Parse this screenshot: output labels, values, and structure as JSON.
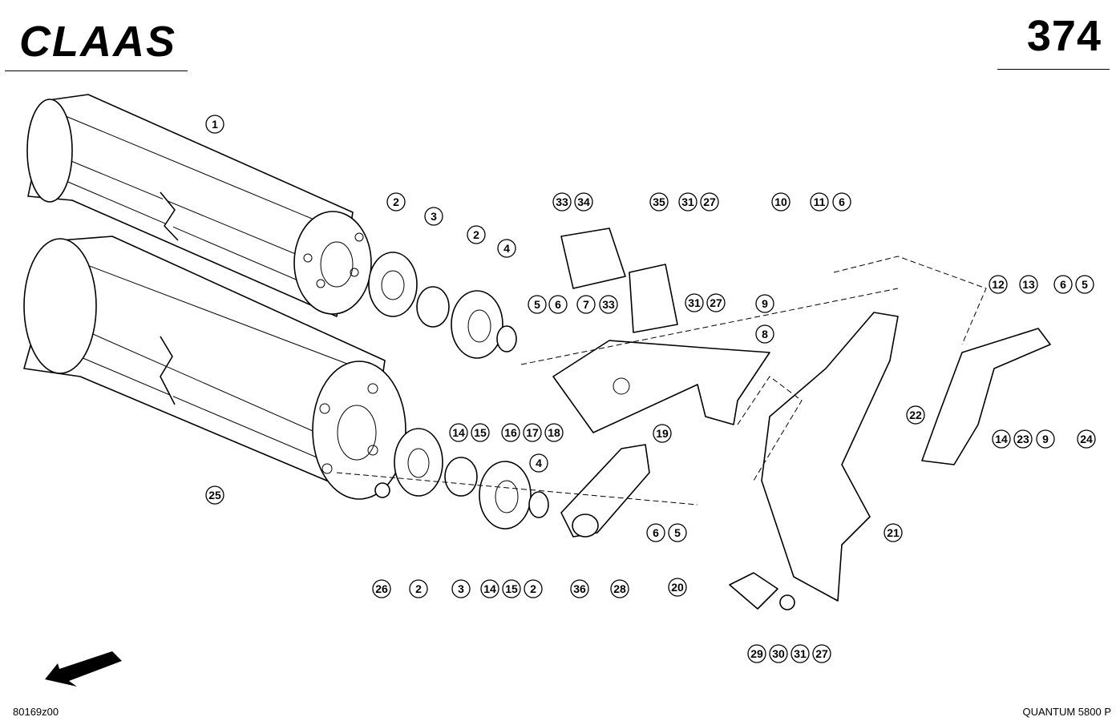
{
  "header": {
    "brand": "CLAAS",
    "page_number": "374"
  },
  "footer": {
    "drawing_code": "80169z00",
    "model": "QUANTUM 5800 P"
  },
  "callouts": [
    {
      "id": "c1",
      "label": "1"
    },
    {
      "id": "c2a",
      "label": "2"
    },
    {
      "id": "c3a",
      "label": "3"
    },
    {
      "id": "c2b",
      "label": "2"
    },
    {
      "id": "c4a",
      "label": "4"
    },
    {
      "id": "c33a",
      "label": "33"
    },
    {
      "id": "c34",
      "label": "34"
    },
    {
      "id": "c35",
      "label": "35"
    },
    {
      "id": "c31a",
      "label": "31"
    },
    {
      "id": "c27a",
      "label": "27"
    },
    {
      "id": "c10",
      "label": "10"
    },
    {
      "id": "c11",
      "label": "11"
    },
    {
      "id": "c6a",
      "label": "6"
    },
    {
      "id": "c5a",
      "label": "5"
    },
    {
      "id": "c6b",
      "label": "6"
    },
    {
      "id": "c7",
      "label": "7"
    },
    {
      "id": "c33b",
      "label": "33"
    },
    {
      "id": "c31b",
      "label": "31"
    },
    {
      "id": "c27b",
      "label": "27"
    },
    {
      "id": "c9a",
      "label": "9"
    },
    {
      "id": "c8",
      "label": "8"
    },
    {
      "id": "c12",
      "label": "12"
    },
    {
      "id": "c13",
      "label": "13"
    },
    {
      "id": "c6c",
      "label": "6"
    },
    {
      "id": "c5b",
      "label": "5"
    },
    {
      "id": "c14a",
      "label": "14"
    },
    {
      "id": "c15a",
      "label": "15"
    },
    {
      "id": "c16",
      "label": "16"
    },
    {
      "id": "c17",
      "label": "17"
    },
    {
      "id": "c18",
      "label": "18"
    },
    {
      "id": "c22",
      "label": "22"
    },
    {
      "id": "c14b",
      "label": "14"
    },
    {
      "id": "c23",
      "label": "23"
    },
    {
      "id": "c9b",
      "label": "9"
    },
    {
      "id": "c24",
      "label": "24"
    },
    {
      "id": "c19",
      "label": "19"
    },
    {
      "id": "c4b",
      "label": "4"
    },
    {
      "id": "c25",
      "label": "25"
    },
    {
      "id": "c6d",
      "label": "6"
    },
    {
      "id": "c5c",
      "label": "5"
    },
    {
      "id": "c21",
      "label": "21"
    },
    {
      "id": "c26",
      "label": "26"
    },
    {
      "id": "c2c",
      "label": "2"
    },
    {
      "id": "c3b",
      "label": "3"
    },
    {
      "id": "c14c",
      "label": "14"
    },
    {
      "id": "c15b",
      "label": "15"
    },
    {
      "id": "c2d",
      "label": "2"
    },
    {
      "id": "c36",
      "label": "36"
    },
    {
      "id": "c28",
      "label": "28"
    },
    {
      "id": "c20",
      "label": "20"
    },
    {
      "id": "c29",
      "label": "29"
    },
    {
      "id": "c30",
      "label": "30"
    },
    {
      "id": "c31c",
      "label": "31"
    },
    {
      "id": "c27c",
      "label": "27"
    }
  ]
}
